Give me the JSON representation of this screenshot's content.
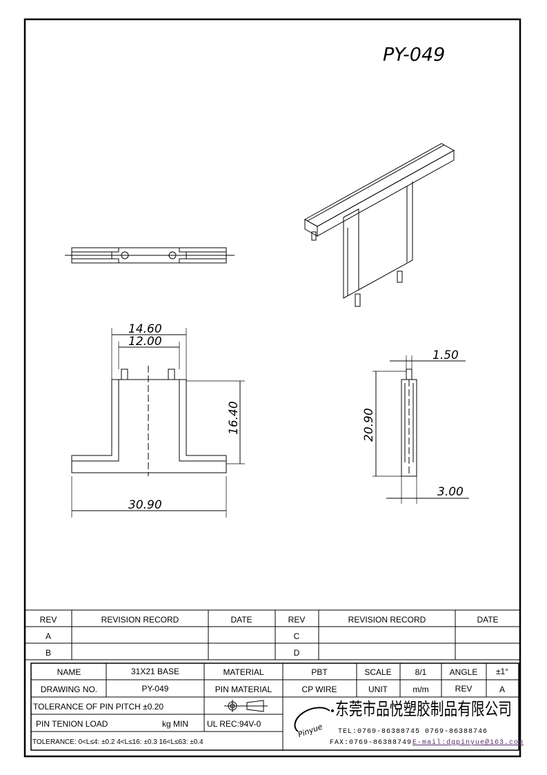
{
  "drawing_title": "PY-049",
  "dimensions": {
    "top_width": "14.60",
    "pin_pitch": "12.00",
    "stem_height": "16.40",
    "base_width": "30.90",
    "side_height": "20.90",
    "side_pin": "1.50",
    "side_thickness": "3.00"
  },
  "revision_table": {
    "headers": [
      "REV",
      "REVISION RECORD",
      "DATE",
      "REV",
      "REVISION RECORD",
      "DATE"
    ],
    "rows": [
      [
        "A",
        "",
        "",
        "C",
        "",
        ""
      ],
      [
        "B",
        "",
        "",
        "D",
        "",
        ""
      ]
    ]
  },
  "title_block": {
    "name_label": "NAME",
    "name_value": "31X21 BASE",
    "material_label": "MATERIAL",
    "material_value": "PBT",
    "scale_label": "SCALE",
    "scale_value": "8/1",
    "angle_label": "ANGLE",
    "angle_value": "±1°",
    "drawing_no_label": "DRAWING NO.",
    "drawing_no_value": "PY-049",
    "pin_material_label": "PIN MATERIAL",
    "pin_material_value": "CP WIRE",
    "unit_label": "UNIT",
    "unit_value": "m/m",
    "rev_label": "REV",
    "rev_value": "A",
    "pin_pitch_tolerance": "TOLERANCE OF PIN PITCH ±0.20",
    "pin_tension_label": "PIN TENION LOAD",
    "pin_tension_unit": "kg MIN",
    "ul_rec": "UL REC:94V-0",
    "tolerance": "TOLERANCE: 0<L≤4: ±0.2   4<L≤16: ±0.3   16<L≤63: ±0.4",
    "company_name": "东莞市品悦塑胶制品有限公司",
    "logo_text": "Pinyue",
    "tel": "TEL:0769-86388745     0769-86388746",
    "fax": "FAX:0769-86388749",
    "email": "E-mail:dgpinyue@163.com"
  }
}
